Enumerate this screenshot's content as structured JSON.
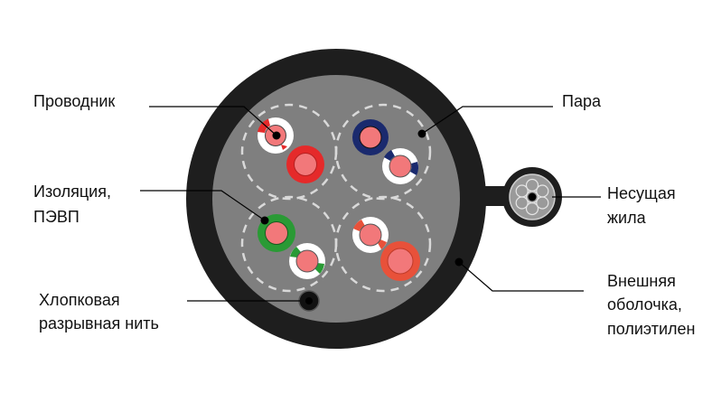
{
  "labels": {
    "conductor": "Проводник",
    "insulation_line1": "Изоляция,",
    "insulation_line2": "ПЭВП",
    "ripcord_line1": "Хлопковая",
    "ripcord_line2": "разрывная нить",
    "pair": "Пара",
    "messenger_line1": "Несущая",
    "messenger_line2": "жила",
    "sheath_line1": "Внешняя",
    "sheath_line2": "оболочка,",
    "sheath_line3": "полиэтилен"
  },
  "colors": {
    "background": "#ffffff",
    "outer_sheath": "#1e1e1e",
    "core_fill": "#7f7f7f",
    "copper": "#f2787a",
    "red_insulation": "#e52a2a",
    "blue_insulation": "#1a2a6e",
    "green_insulation": "#2a9a35",
    "orange_insulation": "#e8513a",
    "white_insulation": "#ffffff",
    "pair_outline": "#d9d9d9",
    "leader_line": "#000000"
  }
}
